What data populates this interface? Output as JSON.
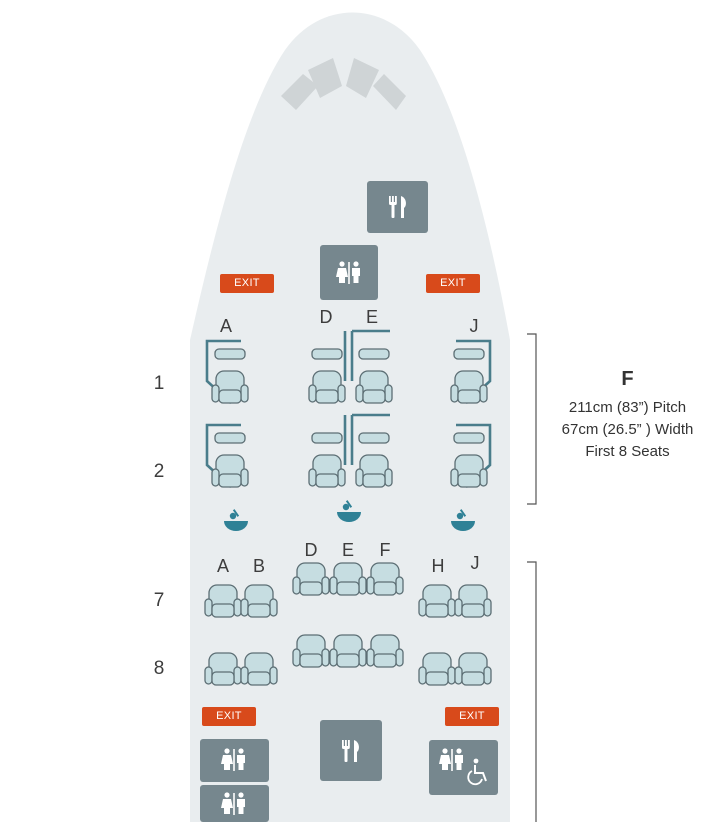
{
  "colors": {
    "fuselage": "#e9edef",
    "cockpit_window": "#cfd4d6",
    "seat_fill": "#c6dde1",
    "seat_stroke": "#5c6e74",
    "shell": "#4a7d8b",
    "bassinet": "#2f8196",
    "exit": "#d84a1b",
    "facility": "#76878e"
  },
  "first_class": {
    "rows": [
      "1",
      "2"
    ],
    "columns": [
      "A",
      "D",
      "E",
      "J"
    ],
    "class_code": "F",
    "pitch": "211cm (83”) Pitch",
    "width": "67cm (26.5” ) Width",
    "seats_label": "First 8 Seats"
  },
  "business_class": {
    "rows": [
      "7",
      "8"
    ],
    "columns": [
      "A",
      "B",
      "D",
      "E",
      "F",
      "H",
      "J"
    ]
  },
  "exits": {
    "label": "EXIT"
  },
  "icons": {
    "galley": "fork-knife-icon",
    "lavatory": "lavatory-icon",
    "accessible_lavatory": "wheelchair-icon",
    "bassinet": "bassinet-icon"
  }
}
